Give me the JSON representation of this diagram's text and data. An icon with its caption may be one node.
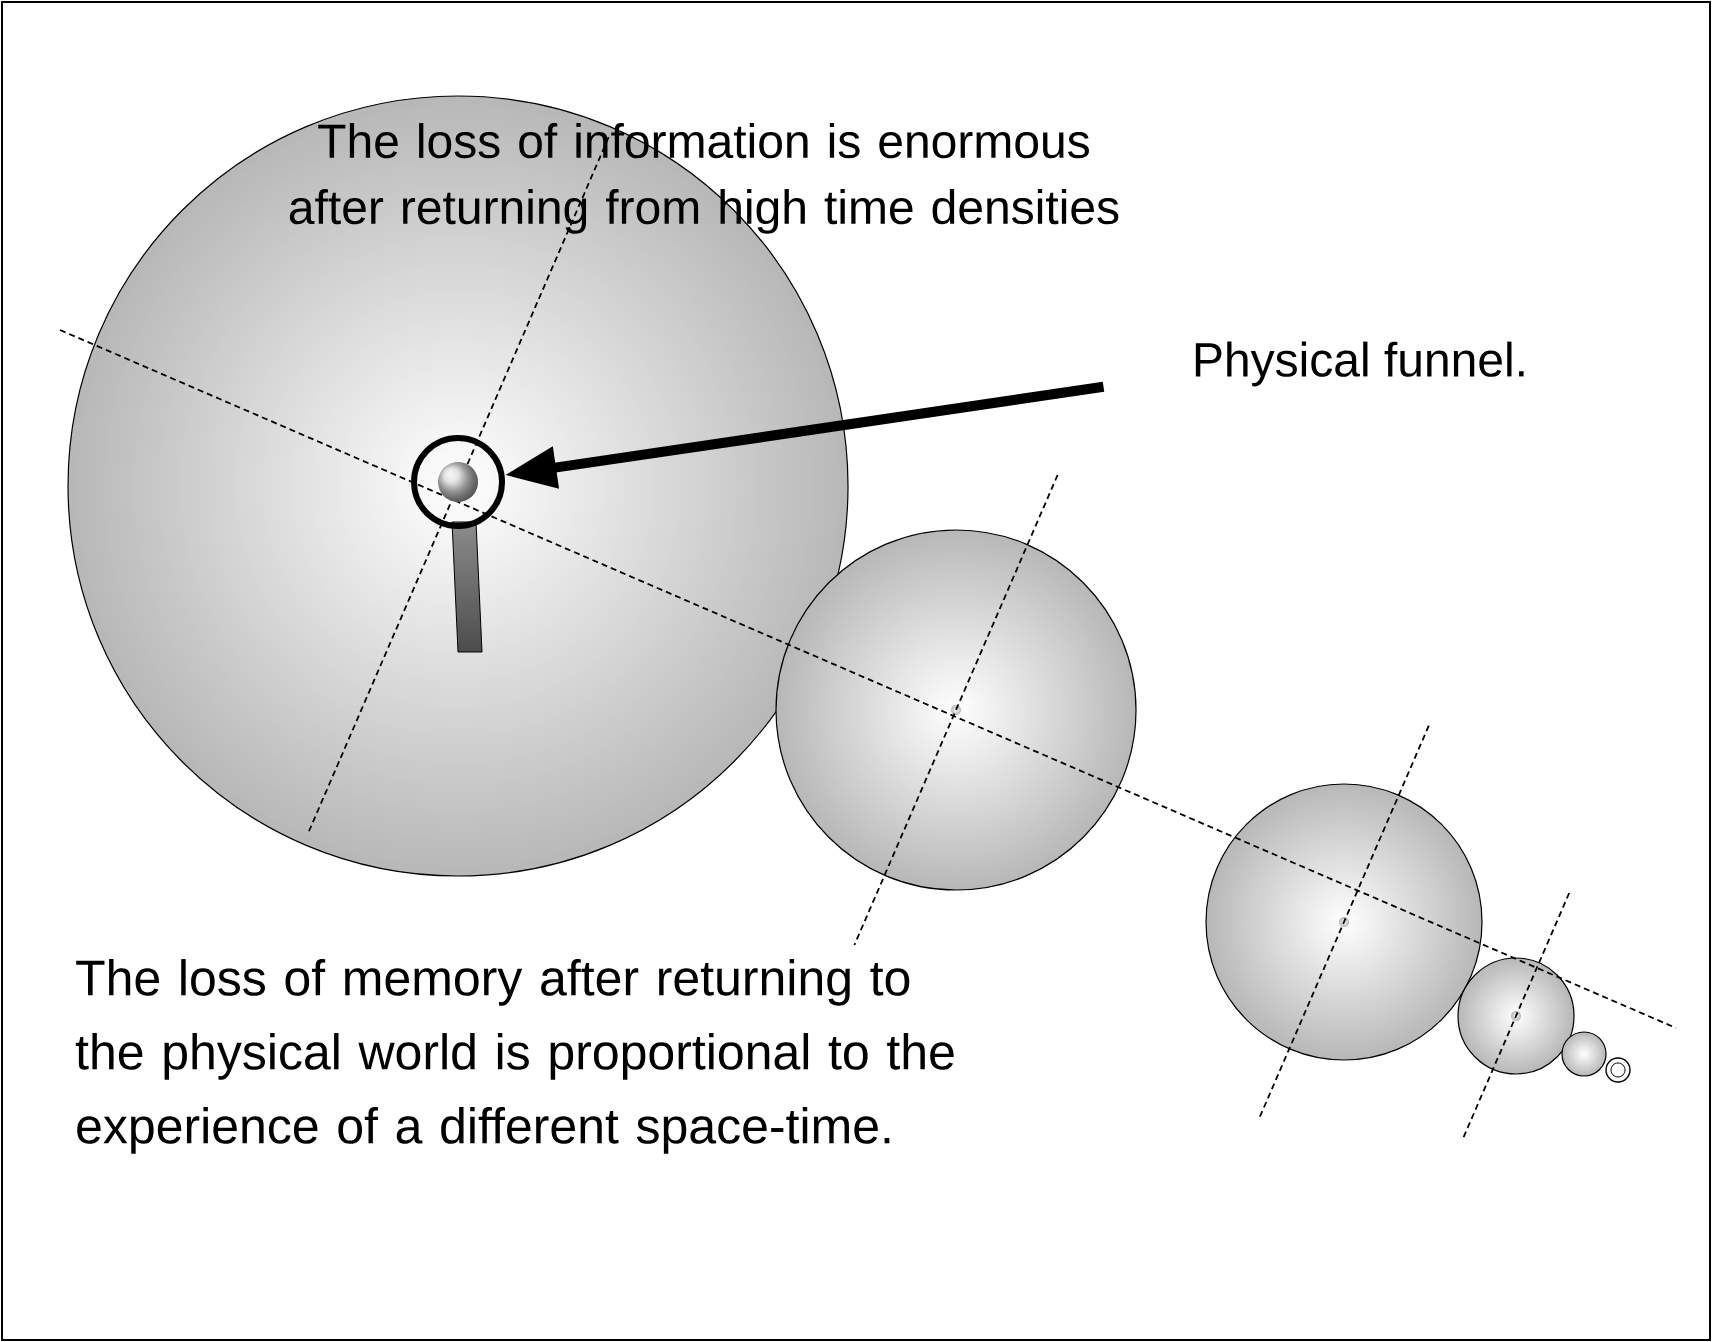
{
  "diagram": {
    "nodes": [
      {
        "text": [
          "Physical funnel."
        ]
      },
      {
        "text": [],
        "shape": "picture"
      }
    ],
    "edges": [
      {
        "from": 0,
        "to": 1,
        "arrow": "to"
      }
    ],
    "labels": [
      "The loss of information is enormous after returning from high time densities",
      "The loss of memory after returning to the physical world is proportional to the experience of a different space-time."
    ]
  }
}
